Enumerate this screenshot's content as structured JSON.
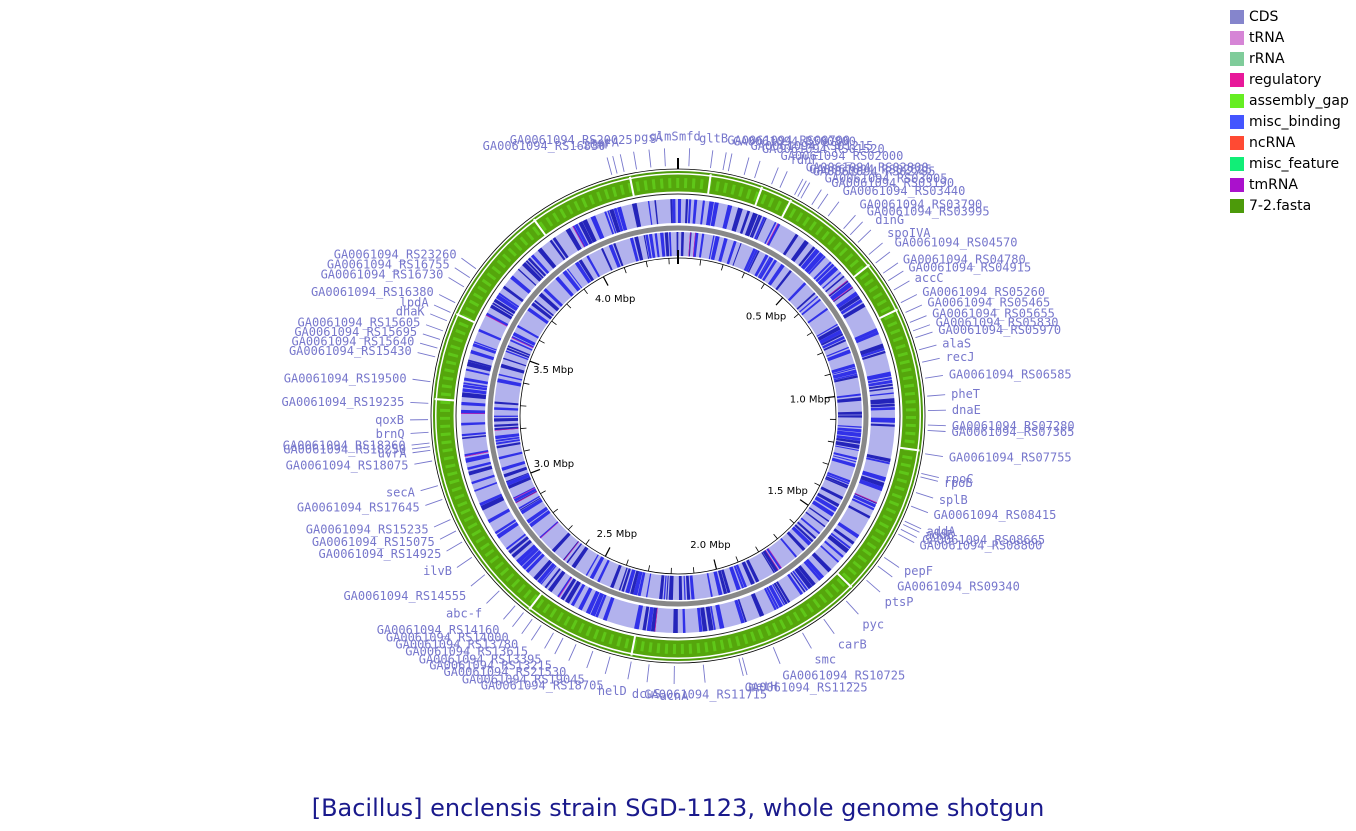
{
  "title": "[Bacillus] enclensis strain SGD-1123, whole genome shotgun",
  "genome_length_mbp": 4.34,
  "scale_ticks": [
    {
      "label": "0.5 Mbp",
      "pos": 0.5
    },
    {
      "label": "1.0 Mbp",
      "pos": 1.0
    },
    {
      "label": "1.5 Mbp",
      "pos": 1.5
    },
    {
      "label": "2.0 Mbp",
      "pos": 2.0
    },
    {
      "label": "2.5 Mbp",
      "pos": 2.5
    },
    {
      "label": "3.0 Mbp",
      "pos": 3.0
    },
    {
      "label": "3.5 Mbp",
      "pos": 3.5
    },
    {
      "label": "4.0 Mbp",
      "pos": 4.0
    }
  ],
  "legend": [
    {
      "label": "CDS",
      "color": "#8585cc"
    },
    {
      "label": "tRNA",
      "color": "#d685d6"
    },
    {
      "label": "rRNA",
      "color": "#7fcc9a"
    },
    {
      "label": "regulatory",
      "color": "#e8189a"
    },
    {
      "label": "assembly_gap",
      "color": "#66ee22"
    },
    {
      "label": "misc_binding",
      "color": "#4455ff"
    },
    {
      "label": "ncRNA",
      "color": "#ff4a33"
    },
    {
      "label": "misc_feature",
      "color": "#11ee77"
    },
    {
      "label": "tmRNA",
      "color": "#aa11cc"
    },
    {
      "label": "7-2.fasta",
      "color": "#4c9a0a"
    }
  ],
  "gene_labels": [
    {
      "text": "GA0061094_RS16830",
      "pos": 4.155
    },
    {
      "text": "GA0061094_RS20025",
      "pos": 4.225
    },
    {
      "text": "pgsA",
      "pos": 4.265
    },
    {
      "text": "msrA",
      "pos": 4.19
    },
    {
      "text": "icmF",
      "pos": 4.17
    },
    {
      "text": "glmS",
      "pos": 4.305
    },
    {
      "text": "mfd",
      "pos": 0.03
    },
    {
      "text": "gltB",
      "pos": 0.09
    },
    {
      "text": "GA0061094_RS00700",
      "pos": 0.125
    },
    {
      "text": "GA0061094_RS00800",
      "pos": 0.14
    },
    {
      "text": "GA0061094_RS01215",
      "pos": 0.185
    },
    {
      "text": "GA0061094_RS01520",
      "pos": 0.215
    },
    {
      "text": "GA0061094_RS02000",
      "pos": 0.265
    },
    {
      "text": "fdhF",
      "pos": 0.29
    },
    {
      "text": "GA0061094_RS02800",
      "pos": 0.335
    },
    {
      "text": "GA0061094_RS02625",
      "pos": 0.345
    },
    {
      "text": "GA0061094_RS02795",
      "pos": 0.355
    },
    {
      "text": "GA0061094_RS03005",
      "pos": 0.39
    },
    {
      "text": "GA0061094_RS03190",
      "pos": 0.41
    },
    {
      "text": "GA0061094_RS03440",
      "pos": 0.445
    },
    {
      "text": "GA0061094_RS03790",
      "pos": 0.5
    },
    {
      "text": "GA0061094_RS03995",
      "pos": 0.525
    },
    {
      "text": "dinG",
      "pos": 0.555
    },
    {
      "text": "spoIVA",
      "pos": 0.6
    },
    {
      "text": "GA0061094_RS04570",
      "pos": 0.63
    },
    {
      "text": "GA0061094_RS04780",
      "pos": 0.665
    },
    {
      "text": "GA0061094_RS04915",
      "pos": 0.69
    },
    {
      "text": "accC",
      "pos": 0.72
    },
    {
      "text": "GA0061094_RS05260",
      "pos": 0.76
    },
    {
      "text": "GA0061094_RS05465",
      "pos": 0.79
    },
    {
      "text": "GA0061094_RS05655",
      "pos": 0.82
    },
    {
      "text": "GA0061094_RS05830",
      "pos": 0.845
    },
    {
      "text": "GA0061094_RS05970",
      "pos": 0.865
    },
    {
      "text": "alaS",
      "pos": 0.9
    },
    {
      "text": "recJ",
      "pos": 0.935
    },
    {
      "text": "GA0061094_RS06585",
      "pos": 0.98
    },
    {
      "text": "pheT",
      "pos": 1.03
    },
    {
      "text": "dnaE",
      "pos": 1.07
    },
    {
      "text": "GA0061094_RS07280",
      "pos": 1.11
    },
    {
      "text": "GA0061094_RS07365",
      "pos": 1.125
    },
    {
      "text": "GA0061094_RS07755",
      "pos": 1.19
    },
    {
      "text": "rpoC",
      "pos": 1.245
    },
    {
      "text": "rpoB",
      "pos": 1.255
    },
    {
      "text": "splB",
      "pos": 1.3
    },
    {
      "text": "GA0061094_RS08415",
      "pos": 1.34
    },
    {
      "text": "addA",
      "pos": 1.385
    },
    {
      "text": "addB",
      "pos": 1.395
    },
    {
      "text": "GA0061094_RS08665",
      "pos": 1.41
    },
    {
      "text": "GA0061094_RS08800",
      "pos": 1.425
    },
    {
      "text": "pepF",
      "pos": 1.5
    },
    {
      "text": "GA0061094_RS09340",
      "pos": 1.53
    },
    {
      "text": "ptsP",
      "pos": 1.58
    },
    {
      "text": "pyc",
      "pos": 1.66
    },
    {
      "text": "carB",
      "pos": 1.74
    },
    {
      "text": "smc",
      "pos": 1.81
    },
    {
      "text": "GA0061094_RS10725",
      "pos": 1.9
    },
    {
      "text": "metH",
      "pos": 1.99
    },
    {
      "text": "GA0061094_RS11225",
      "pos": 2.0
    },
    {
      "text": "GA0061094_RS11715",
      "pos": 2.1
    },
    {
      "text": "acnA",
      "pos": 2.18
    },
    {
      "text": "dcuS",
      "pos": 2.25
    },
    {
      "text": "helD",
      "pos": 2.3
    },
    {
      "text": "GA0061094_RS18705",
      "pos": 2.36
    },
    {
      "text": "GA0061094_RS19045",
      "pos": 2.41
    },
    {
      "text": "GA0061094_RS21530",
      "pos": 2.46
    },
    {
      "text": "GA0061094_RS13215",
      "pos": 2.5
    },
    {
      "text": "GA0061094_RS13395",
      "pos": 2.53
    },
    {
      "text": "GA0061094_RS13615",
      "pos": 2.57
    },
    {
      "text": "GA0061094_RS13780",
      "pos": 2.6
    },
    {
      "text": "GA0061094_RS14000",
      "pos": 2.63
    },
    {
      "text": "GA0061094_RS14160",
      "pos": 2.66
    },
    {
      "text": "abc-f",
      "pos": 2.72
    },
    {
      "text": "GA0061094_RS14555",
      "pos": 2.78
    },
    {
      "text": "ilvB",
      "pos": 2.84
    },
    {
      "text": "GA0061094_RS14925",
      "pos": 2.89
    },
    {
      "text": "GA0061094_RS15075",
      "pos": 2.925
    },
    {
      "text": "GA0061094_RS15235",
      "pos": 2.96
    },
    {
      "text": "GA0061094_RS17645",
      "pos": 3.02
    },
    {
      "text": "secA",
      "pos": 3.06
    },
    {
      "text": "GA0061094_RS18075",
      "pos": 3.13
    },
    {
      "text": "uvrA",
      "pos": 3.16
    },
    {
      "text": "GA0061094_RS18250",
      "pos": 3.17
    },
    {
      "text": "GA0061094_RS18260",
      "pos": 3.18
    },
    {
      "text": "brnQ",
      "pos": 3.21
    },
    {
      "text": "qoxB",
      "pos": 3.245
    },
    {
      "text": "GA0061094_RS19235",
      "pos": 3.29
    },
    {
      "text": "GA0061094_RS19500",
      "pos": 3.35
    },
    {
      "text": "GA0061094_RS15430",
      "pos": 3.42
    },
    {
      "text": "GA0061094_RS15640",
      "pos": 3.445
    },
    {
      "text": "GA0061094_RS15695",
      "pos": 3.47
    },
    {
      "text": "GA0061094_RS15605",
      "pos": 3.495
    },
    {
      "text": "dhaK",
      "pos": 3.525
    },
    {
      "text": "lpdA",
      "pos": 3.55
    },
    {
      "text": "GA0061094_RS16380",
      "pos": 3.58
    },
    {
      "text": "GA0061094_RS16730",
      "pos": 3.63
    },
    {
      "text": "GA0061094_RS16755",
      "pos": 3.66
    },
    {
      "text": "GA0061094_RS23260",
      "pos": 3.69
    }
  ]
}
